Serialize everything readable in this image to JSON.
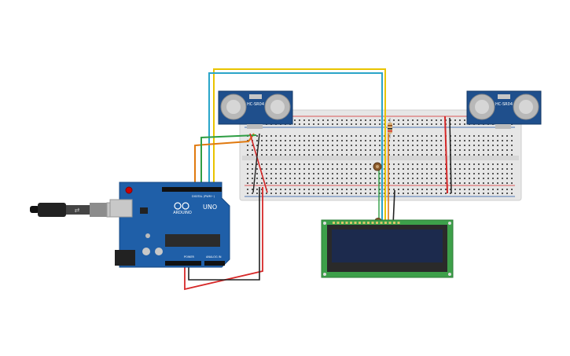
{
  "sensors": [
    {
      "label": "HC-SR04"
    },
    {
      "label": "HC-SR04"
    }
  ],
  "arduino": {
    "brand": "ARDUINO",
    "model": "UNO",
    "digital_label": "DIGITAL (PWM~)",
    "power_label": "POWER",
    "analog_label": "ANALOG IN"
  },
  "colors": {
    "board_blue": "#1f5fa8",
    "breadboard": "#e6e6e6",
    "lcd_green": "#3da04a",
    "lcd_screen": "#1c2a4d",
    "wire_yellow": "#e9c400",
    "wire_cyan": "#2aa5c9",
    "wire_red": "#d62828",
    "wire_black": "#222222",
    "wire_orange": "#e07a10",
    "wire_green": "#2f9e44"
  }
}
